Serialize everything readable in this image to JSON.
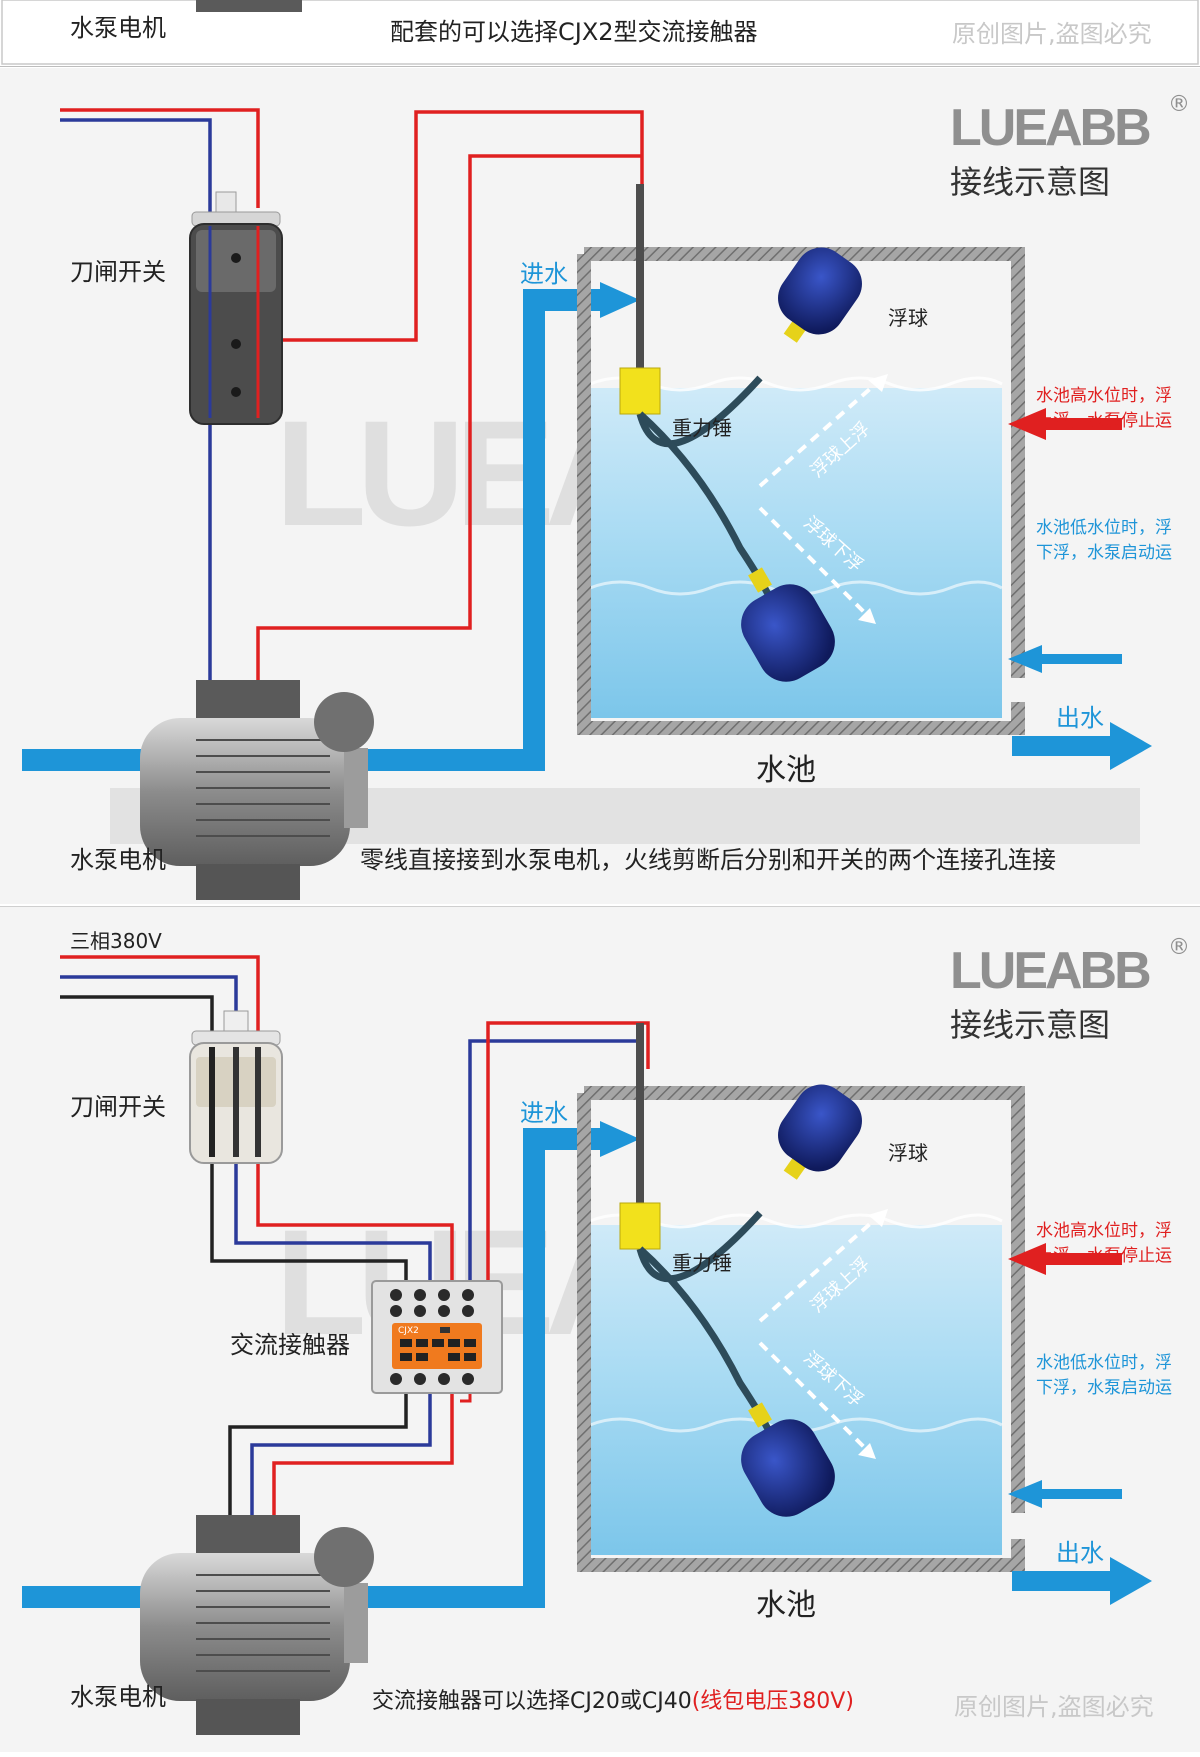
{
  "top_strip": {
    "pump_label": "水泵电机",
    "caption": "配套的可以选择CJX2型交流接触器",
    "watermark_text": "原创图片,盗图必究"
  },
  "diagram1": {
    "brand": "LUEABB",
    "registered": "®",
    "subtitle": "接线示意图",
    "watermark": "LUEABB",
    "knife_switch": "刀闸开关",
    "water_in": "进水",
    "float_ball": "浮球",
    "weight": "重力锤",
    "float_up": "浮球上浮",
    "float_down": "浮球下浮",
    "high_note_1": "水池高水位时，浮",
    "high_note_2": "上浮，水泵停止运",
    "low_note_1": "水池低水位时，浮",
    "low_note_2": "下浮，水泵启动运",
    "water_out": "出水",
    "tank": "水池",
    "pump": "水泵电机",
    "caption": "零线直接接到水泵电机，火线剪断后分别和开关的两个连接孔连接"
  },
  "diagram2": {
    "phase": "三相380V",
    "brand": "LUEABB",
    "registered": "®",
    "subtitle": "接线示意图",
    "watermark": "LUEABB",
    "knife_switch": "刀闸开关",
    "contactor": "交流接触器",
    "contactor_model": "CJX2",
    "water_in": "进水",
    "float_ball": "浮球",
    "weight": "重力锤",
    "float_up": "浮球上浮",
    "float_down": "浮球下浮",
    "high_note_1": "水池高水位时，浮",
    "high_note_2": "上浮，水泵停止运",
    "low_note_1": "水池低水位时，浮",
    "low_note_2": "下浮，水泵启动运",
    "water_out": "出水",
    "tank": "水池",
    "pump": "水泵电机",
    "caption_main": "交流接触器可以选择CJ20或CJ40",
    "caption_red": "(线包电压380V)",
    "watermark_text": "原创图片,盗图必究"
  },
  "colors": {
    "live_wire": "#e02020",
    "neutral_wire": "#2b3a9a",
    "third_wire": "#222222",
    "water_pipe": "#1e95d8",
    "water": "#8fd0ee",
    "tank_wall": "#8a8a8a",
    "float_body": "#1d2a7a",
    "weight": "#f2e11c",
    "contactor_orange": "#f07a1e"
  },
  "icons": {
    "knife_switch": "knife-switch-icon",
    "pump": "pump-motor-icon",
    "float": "float-switch-icon",
    "contactor": "ac-contactor-icon"
  }
}
